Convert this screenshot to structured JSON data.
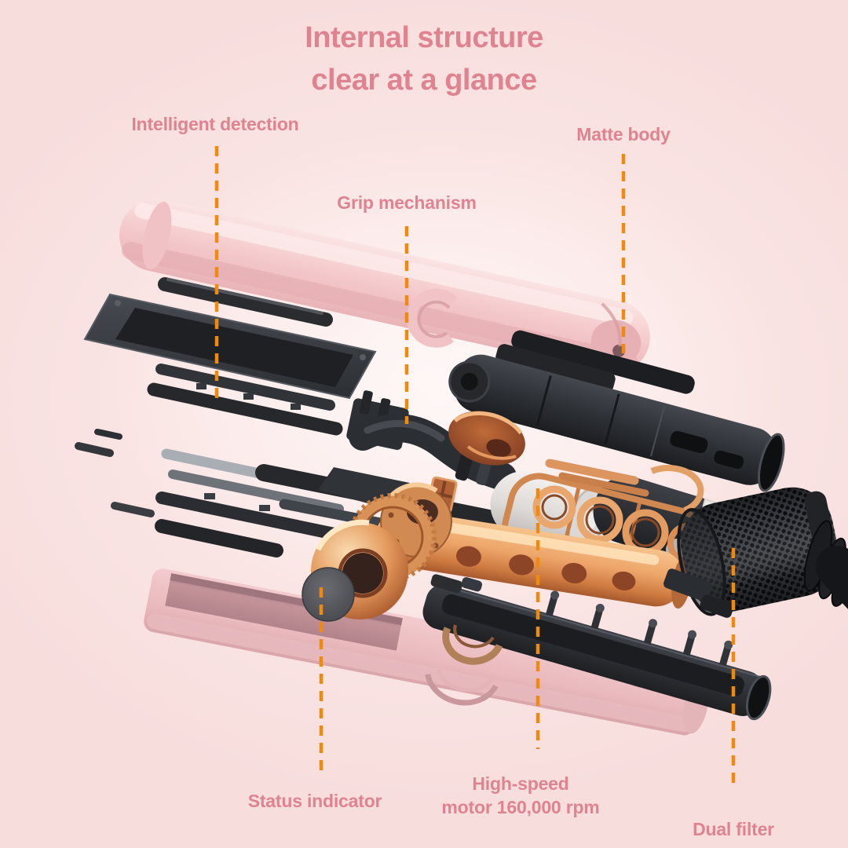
{
  "title": {
    "line1": "Internal structure",
    "line2": "clear at a glance"
  },
  "annotations": {
    "intelligent_detection": {
      "label": "Intelligent detection"
    },
    "grip_mechanism": {
      "label": "Grip mechanism"
    },
    "matte_body": {
      "label": "Matte body"
    },
    "status_indicator": {
      "label": "Status indicator"
    },
    "high_speed_motor": {
      "line1": "High-speed",
      "line2": "motor 160,000 rpm"
    },
    "dual_filter": {
      "label": "Dual filter"
    }
  },
  "colors": {
    "background": "#f9e3e2",
    "label_text": "#df8390",
    "leader_line": "#ee8a10",
    "body_pink": "#f5cbcd",
    "tray_pink": "#eec3c7",
    "chassis_dark": "#2e3136",
    "copper": "#d98e58",
    "motor_white": "#e9e6e4",
    "status_disc_gray": "#55575c"
  },
  "illustration": {
    "alt": "Exploded view of a pink hair styler: barrel, heating plates, grip mechanism, copper motor assembly, status indicator disc, dual filter and power cord"
  }
}
